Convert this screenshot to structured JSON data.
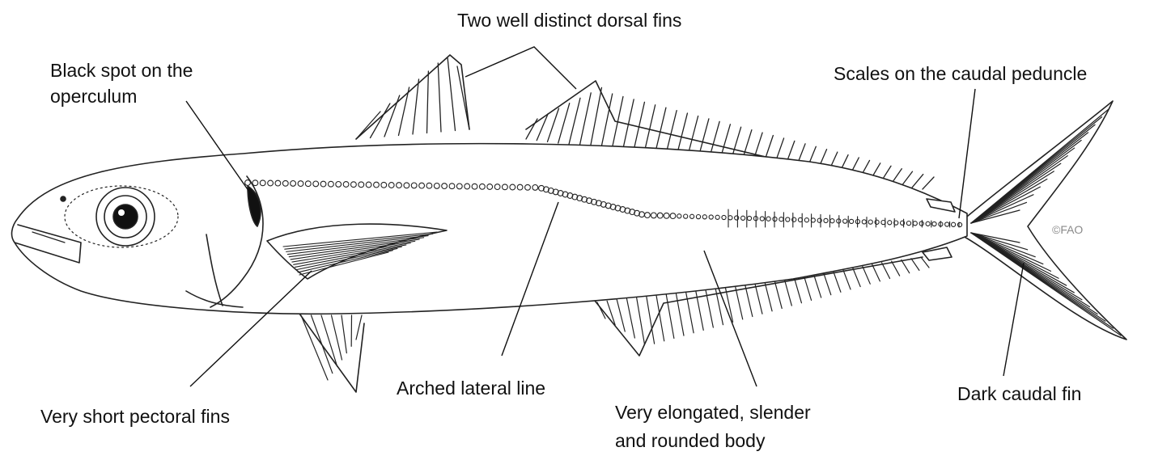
{
  "labels": {
    "dorsal_fins": "Two well distinct dorsal fins",
    "black_spot_line1": "Black spot on the",
    "black_spot_line2": "operculum",
    "scales_peduncle": "Scales on the caudal peduncle",
    "pectoral_fins": "Very short pectoral fins",
    "lateral_line": "Arched lateral line",
    "body_line1": "Very elongated, slender",
    "body_line2": "and rounded body",
    "caudal_fin": "Dark caudal fin"
  },
  "credit": "©FAO"
}
